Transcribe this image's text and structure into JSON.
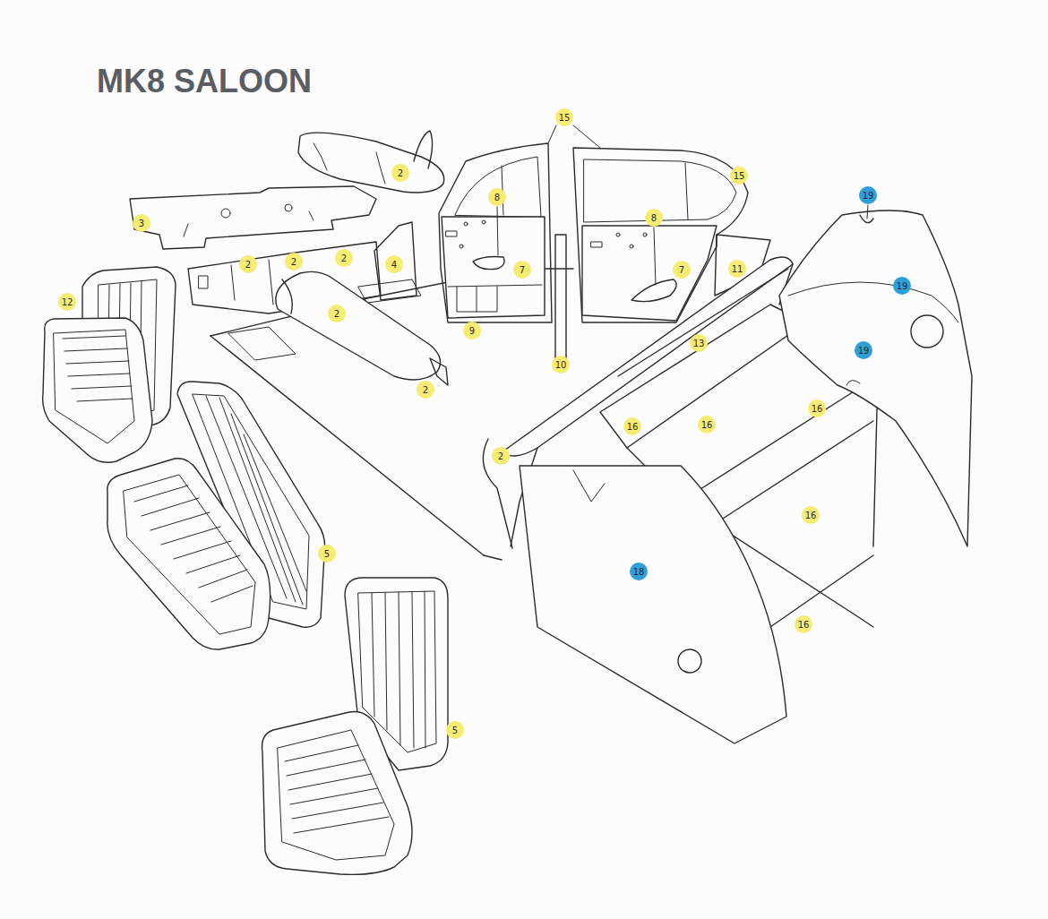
{
  "diagram": {
    "title": "MK8 SALOON",
    "labels": [
      "15",
      "2",
      "15",
      "19",
      "8",
      "8",
      "3",
      "2",
      "2",
      "2",
      "4",
      "7",
      "7",
      "11",
      "19",
      "12",
      "2",
      "9",
      "13",
      "19",
      "10",
      "2",
      "16",
      "16",
      "16",
      "2",
      "16",
      "5",
      "18",
      "16",
      "5"
    ]
  }
}
